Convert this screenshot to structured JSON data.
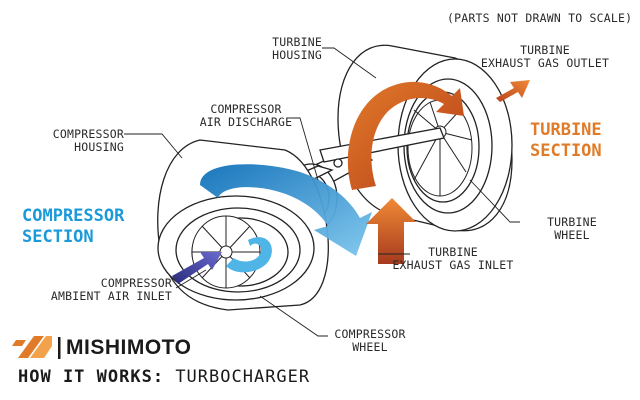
{
  "colors": {
    "compressor": "#1a9ad9",
    "turbine": "#e07b29",
    "inlet": "#3a3a94",
    "turbine_dark": "#a63a1e",
    "line": "#222222",
    "brand": "#e07b29"
  },
  "note": "(PARTS NOT DRAWN TO SCALE)",
  "sections": {
    "compressor": [
      "COMPRESSOR",
      "SECTION"
    ],
    "turbine": [
      "TURBINE",
      "SECTION"
    ]
  },
  "labels": {
    "turbine_housing": [
      "TURBINE",
      "HOUSING"
    ],
    "turbine_exhaust_outlet": [
      "TURBINE",
      "EXHAUST GAS OUTLET"
    ],
    "compressor_air_discharge": [
      "COMPRESSOR",
      "AIR DISCHARGE"
    ],
    "compressor_housing": [
      "COMPRESSOR",
      "HOUSING"
    ],
    "turbine_wheel": [
      "TURBINE",
      "WHEEL"
    ],
    "turbine_exhaust_inlet": [
      "TURBINE",
      "EXHAUST GAS INLET"
    ],
    "compressor_ambient_inlet": [
      "COMPRESSOR",
      "AMBIENT AIR INLET"
    ],
    "compressor_wheel": [
      "COMPRESSOR",
      "WHEEL"
    ]
  },
  "brand": {
    "logo_icon": "mishimoto-logo-icon",
    "name": "MISHIMOTO",
    "tagline_bold": "HOW IT WORKS:",
    "tagline": "TURBOCHARGER"
  }
}
